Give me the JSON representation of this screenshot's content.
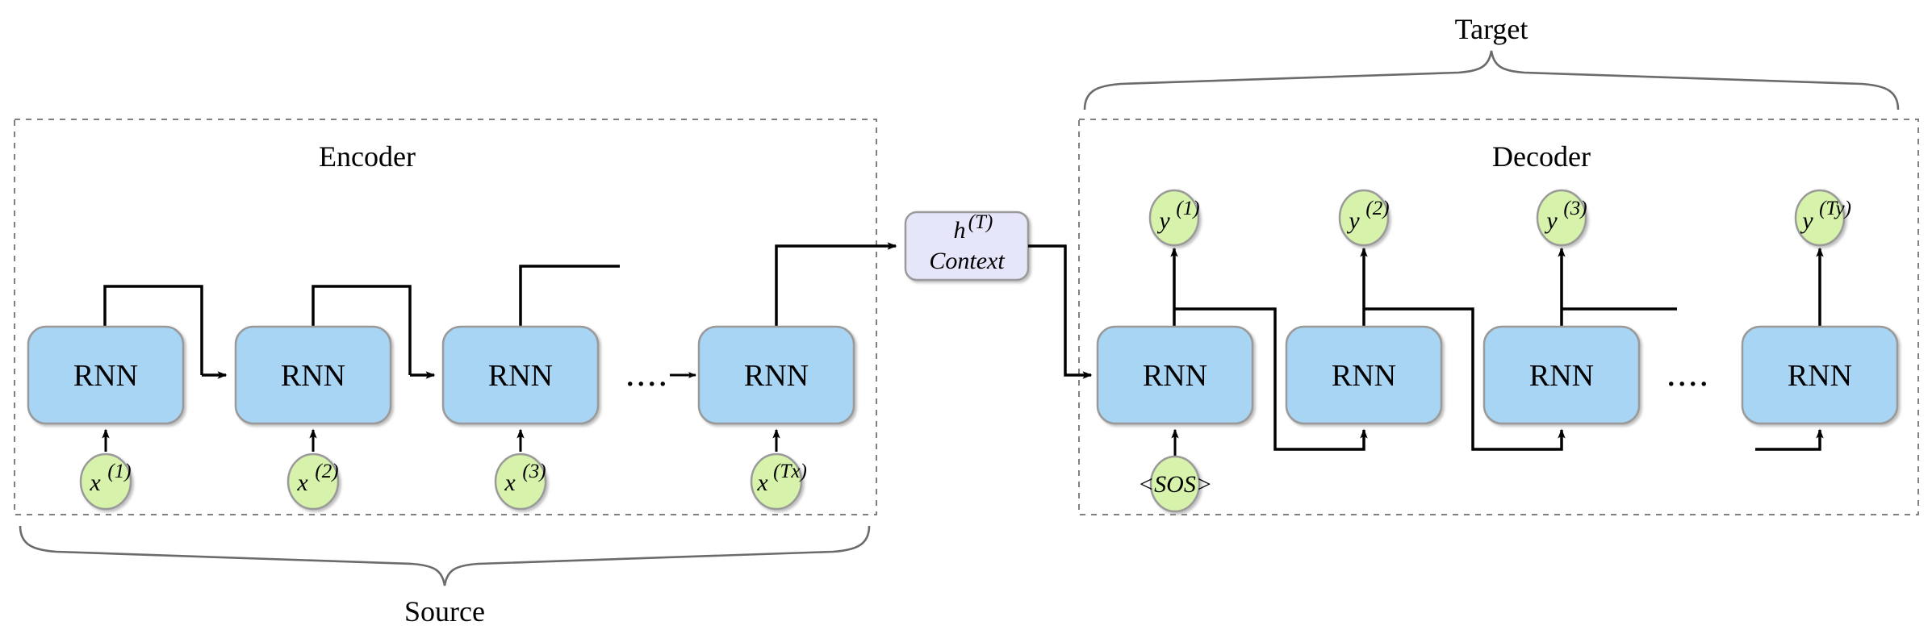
{
  "diagram": {
    "title": "Sequence-to-sequence encoder-decoder RNN",
    "colors": {
      "rnn_fill": "#a9d5f5",
      "rnn_stroke": "#9a9a9a",
      "node_fill": "#d6f2ab",
      "node_stroke": "#9a9a9a",
      "context_fill": "#e6e6fa",
      "context_stroke": "#9a9a9a",
      "dashed_border": "#808080",
      "arrow": "#000000",
      "brace": "#6b6b6b",
      "background": "#ffffff"
    }
  },
  "encoder": {
    "panel_label": "Encoder",
    "brace_label": "Source",
    "cells": [
      {
        "rnn_label": "RNN",
        "input_base": "x",
        "input_sup": "(1)"
      },
      {
        "rnn_label": "RNN",
        "input_base": "x",
        "input_sup": "(2)"
      },
      {
        "rnn_label": "RNN",
        "input_base": "x",
        "input_sup": "(3)"
      },
      {
        "rnn_label": "RNN",
        "input_base": "x",
        "input_sup": "(Tx)"
      }
    ],
    "ellipsis": "...."
  },
  "context": {
    "line1_base": "h",
    "line1_sup": "(T)",
    "line2": "Context"
  },
  "decoder": {
    "panel_label": "Decoder",
    "brace_label": "Target",
    "start_token": "<SOS>",
    "cells": [
      {
        "rnn_label": "RNN",
        "output_base": "y",
        "output_sup": "(1)"
      },
      {
        "rnn_label": "RNN",
        "output_base": "y",
        "output_sup": "(2)"
      },
      {
        "rnn_label": "RNN",
        "output_base": "y",
        "output_sup": "(3)"
      },
      {
        "rnn_label": "RNN",
        "output_base": "y",
        "output_sup": "(Ty)"
      }
    ],
    "ellipsis": "...."
  }
}
